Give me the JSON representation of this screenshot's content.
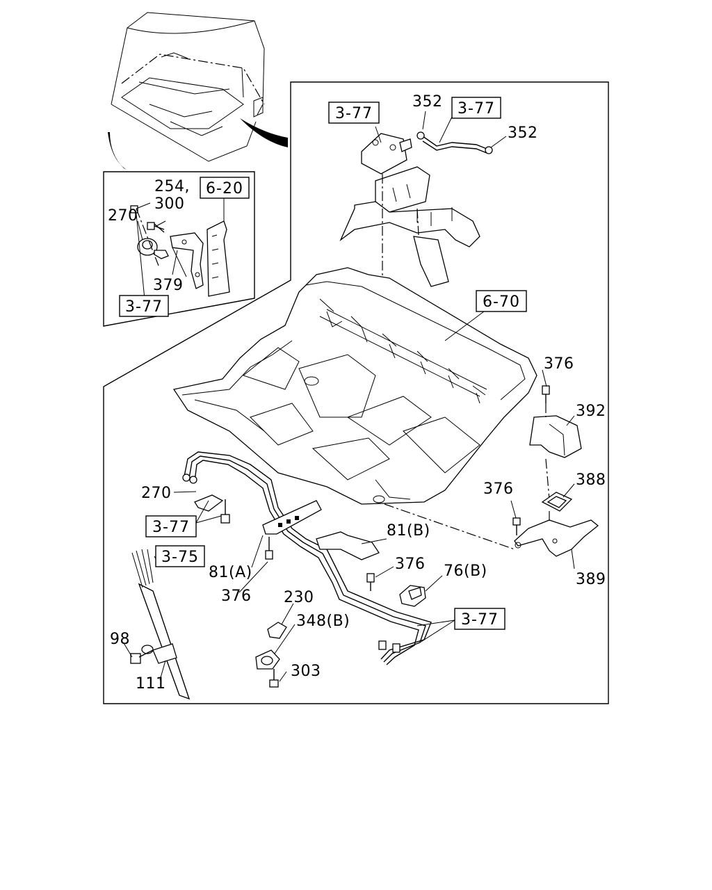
{
  "callouts": {
    "c352a": "352",
    "c352b": "352",
    "c254": "254,",
    "c300": "300",
    "c270a": "270",
    "c379": "379",
    "c376a": "376",
    "c392": "392",
    "c388": "388",
    "c376b": "376",
    "c389": "389",
    "c270b": "270",
    "c81b": "81(B)",
    "c81a": "81(A)",
    "c376c": "376",
    "c376d": "376",
    "c76b": "76(B)",
    "c230": "230",
    "c348b": "348(B)",
    "c303": "303",
    "c98": "98",
    "c111": "111"
  },
  "refs": {
    "r377_top_left": "3-77",
    "r377_top_right": "3-77",
    "r620": "6-20",
    "r377_inset": "3-77",
    "r670": "6-70",
    "r377_mid": "3-77",
    "r375": "3-75",
    "r377_bottom": "3-77"
  }
}
